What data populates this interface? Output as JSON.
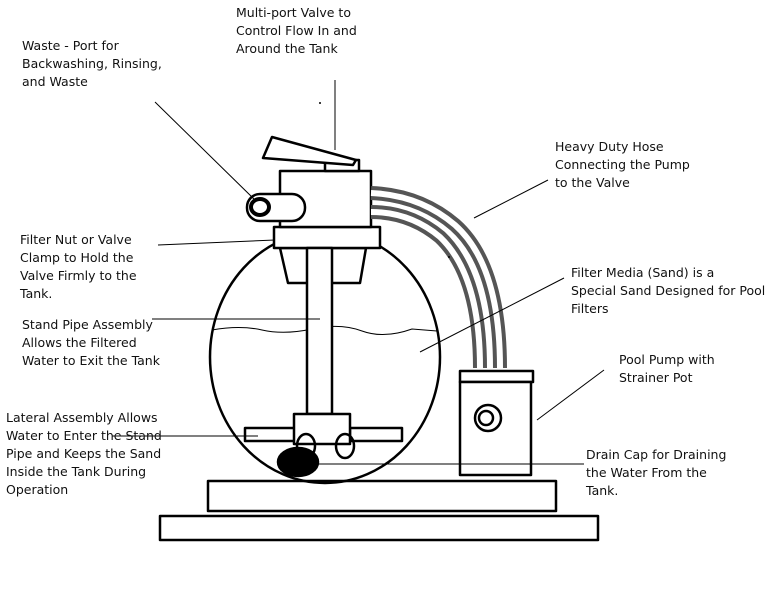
{
  "labels": {
    "multiport_valve": [
      "Multi-port Valve to",
      "Control Flow In and",
      "Around the Tank"
    ],
    "waste_port": [
      "Waste - Port for",
      "Backwashing, Rinsing,",
      "and Waste"
    ],
    "heavy_duty_hose": [
      "Heavy Duty Hose",
      "Connecting the Pump",
      "to the Valve"
    ],
    "filter_nut": [
      "Filter Nut or Valve",
      "Clamp to Hold the",
      "Valve Firmly to the",
      "Tank."
    ],
    "filter_media": [
      "Filter Media (Sand) is a",
      "Special Sand Designed for Pool",
      "Filters"
    ],
    "stand_pipe": [
      "Stand Pipe Assembly",
      "Allows the Filtered",
      "Water to Exit the Tank"
    ],
    "pool_pump": [
      "Pool Pump with",
      "Strainer Pot"
    ],
    "lateral_assembly": [
      "Lateral Assembly Allows",
      "Water to Enter the Stand",
      "Pipe and Keeps the Sand",
      "Inside the Tank During",
      "Operation"
    ],
    "drain_cap": [
      "Drain Cap for Draining",
      "the Water From the",
      "Tank."
    ]
  },
  "colors": {
    "ink": "#000000",
    "hose": "#555555",
    "hose_inner": "#ffffff"
  }
}
